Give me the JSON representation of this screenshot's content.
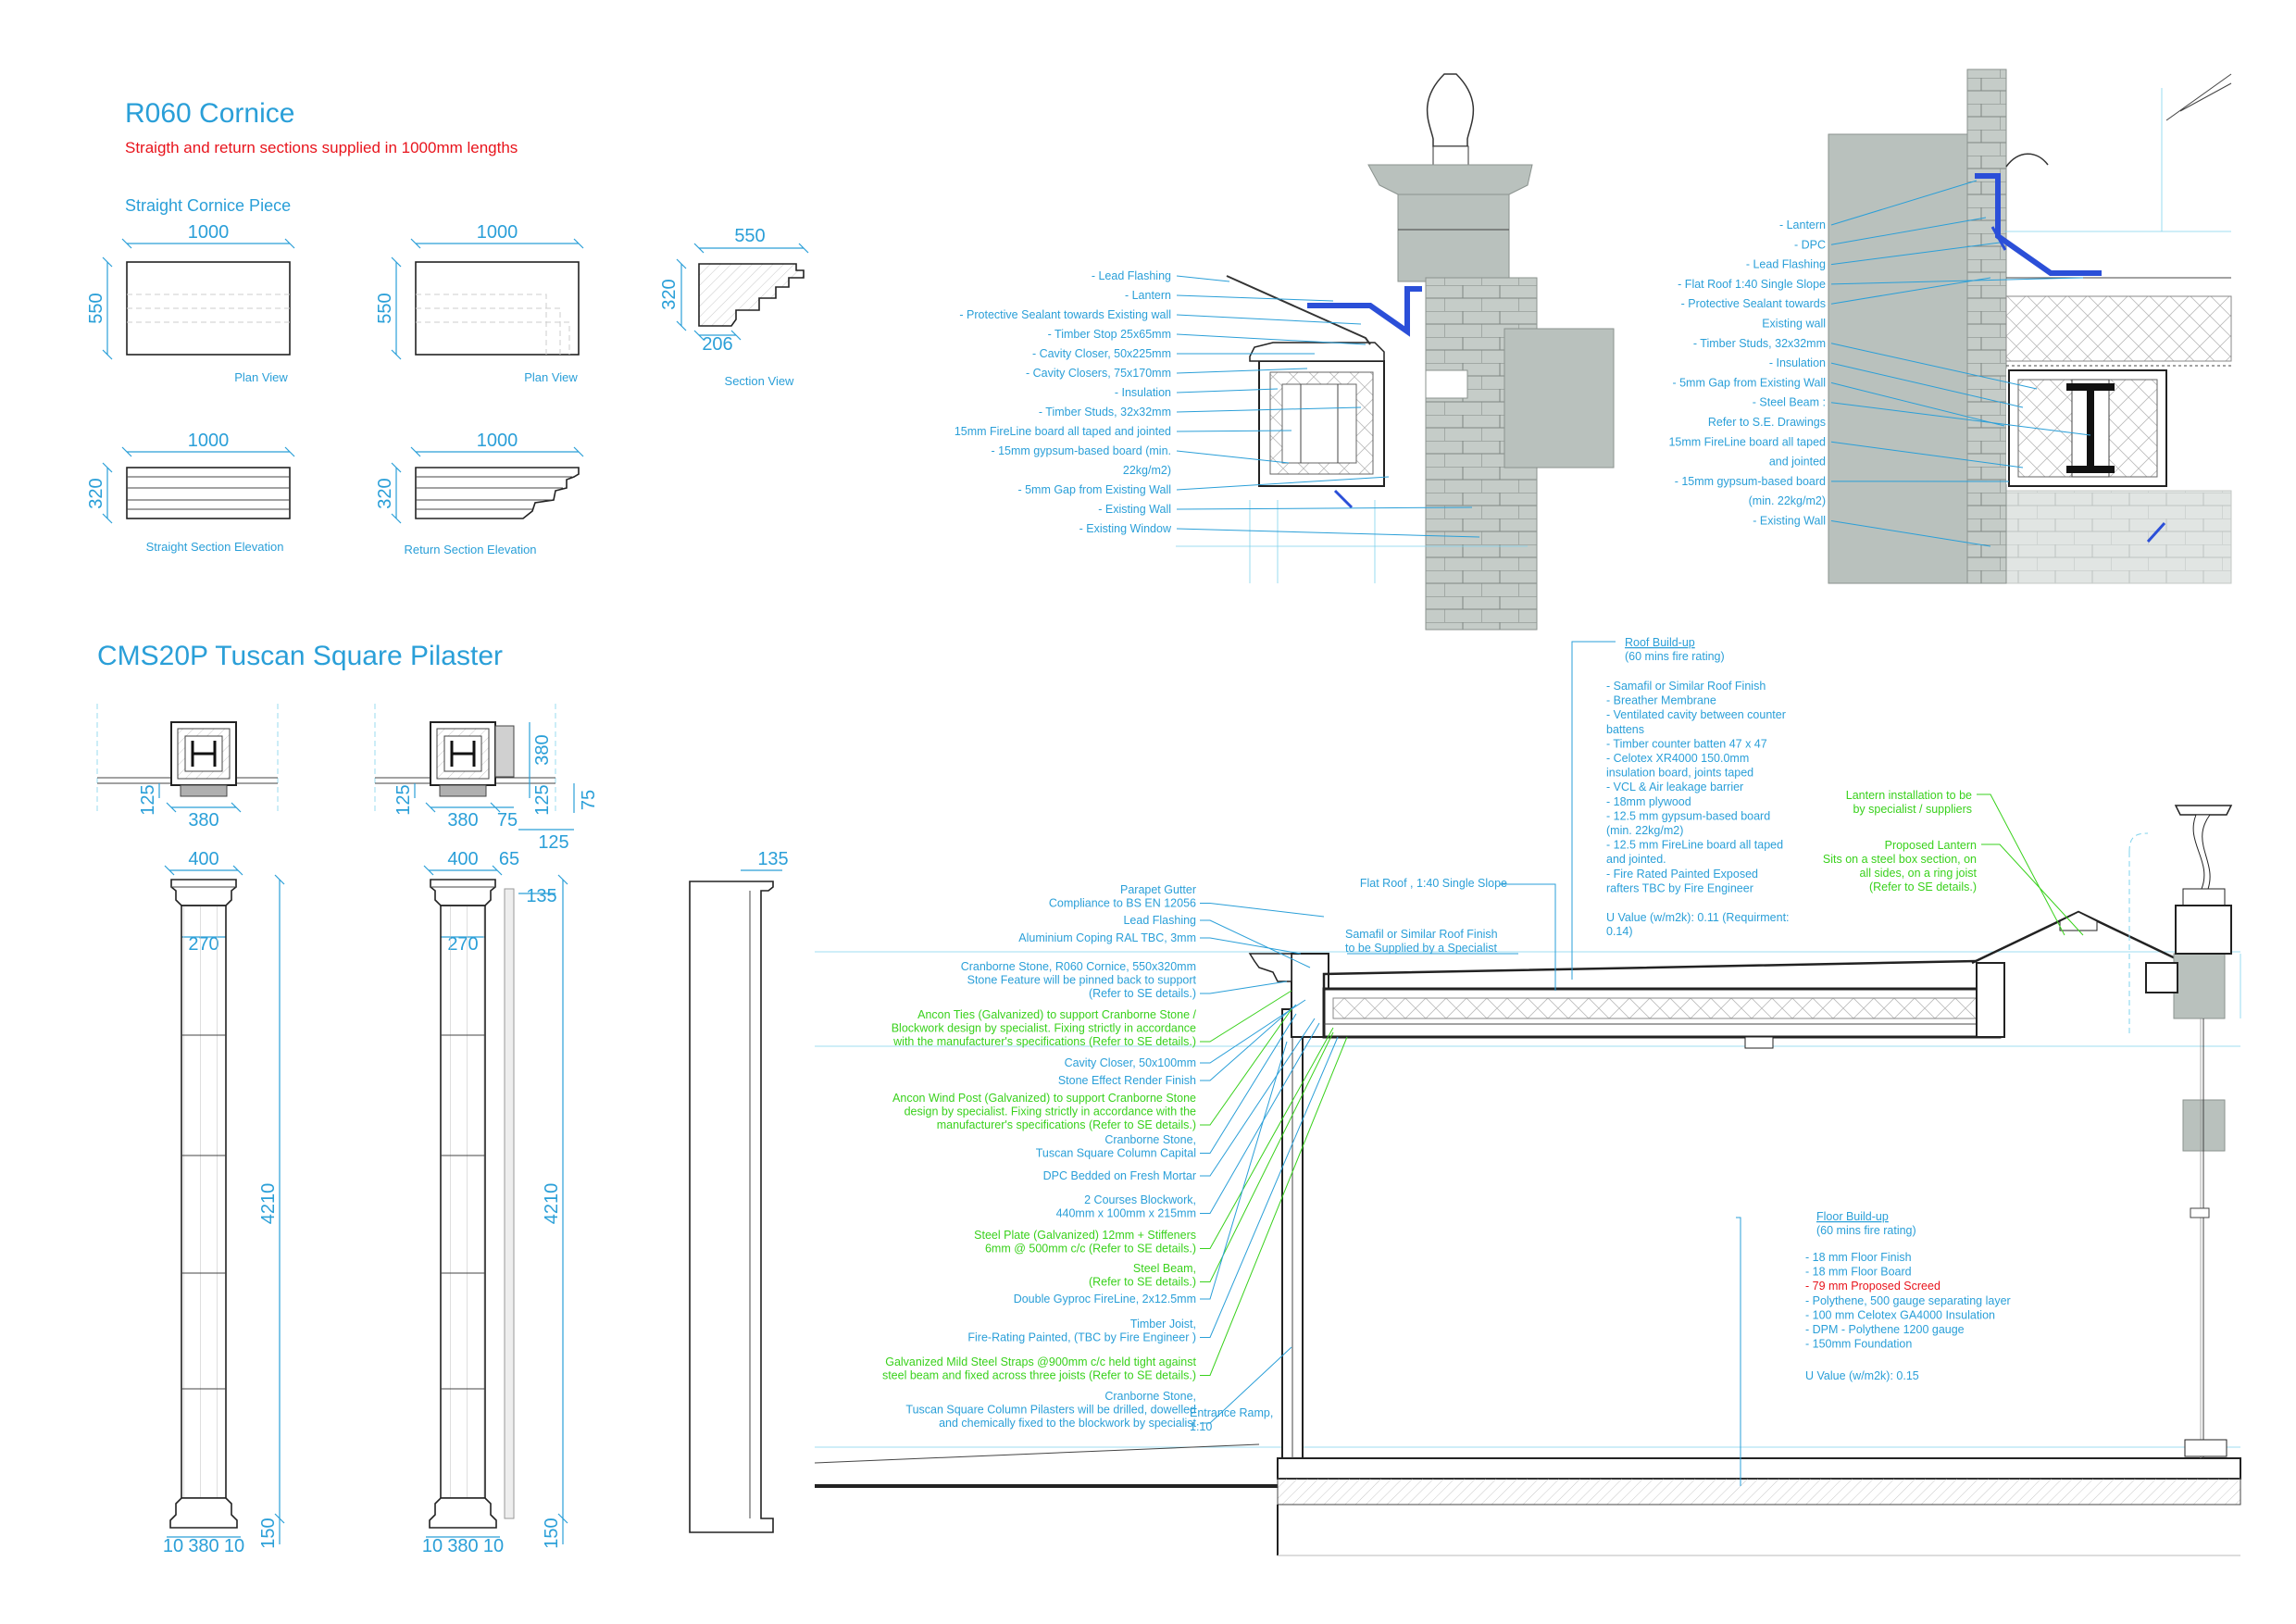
{
  "cornice": {
    "title": "R060 Cornice",
    "subtitle": "Straigth and return sections supplied in 1000mm lengths",
    "straight_piece_label": "Straight Cornice Piece",
    "dims": {
      "d1000": "1000",
      "d550": "550",
      "d320": "320",
      "d206": "206"
    },
    "plan_view": "Plan View",
    "section_view": "Section View",
    "straight_elevation": "Straight Section Elevation",
    "return_elevation": "Return Section Elevation"
  },
  "pilaster": {
    "title": "CMS20P Tuscan Square Pilaster",
    "dims": {
      "d380": "380",
      "d400": "400",
      "d270": "270",
      "d125": "125",
      "d75": "75",
      "d65": "65",
      "d135": "135",
      "d4210": "4210",
      "d10": "10",
      "d150": "150"
    }
  },
  "detail_left": {
    "labels": [
      "- Lead Flashing",
      "- Lantern",
      "- Protective Sealant towards Existing wall",
      "- Timber Stop 25x65mm",
      "- Cavity Closer, 50x225mm",
      "- Cavity Closers, 75x170mm",
      "- Insulation",
      "- Timber Studs, 32x32mm",
      "15mm FireLine board all taped and jointed",
      "- 15mm gypsum-based board (min.",
      "22kg/m2)",
      "- 5mm Gap from Existing Wall",
      "- Existing Wall",
      "- Existing Window"
    ]
  },
  "detail_right": {
    "labels": [
      "- Lantern",
      "- DPC",
      "- Lead Flashing",
      "- Flat Roof 1:40 Single Slope",
      "- Protective Sealant towards",
      "Existing wall",
      "- Timber Studs, 32x32mm",
      "- Insulation",
      "- 5mm Gap from Existing Wall",
      "- Steel Beam :",
      "Refer to S.E. Drawings",
      "15mm FireLine board all taped",
      "and jointed",
      "- 15mm gypsum-based board",
      "(min. 22kg/m2)",
      "- Existing Wall"
    ]
  },
  "section": {
    "roof_buildup": {
      "title": "Roof Build-up",
      "rating": "(60 mins fire rating)",
      "items": [
        "-  Samafil or Similar Roof Finish",
        "-  Breather Membrane",
        "-  Ventilated cavity between counter",
        "    battens",
        "-  Timber counter batten 47 x 47",
        "-  Celotex XR4000 150.0mm",
        "    insulation board, joints taped",
        "-  VCL & Air leakage barrier",
        "-  18mm plywood",
        "-  12.5 mm gypsum-based board",
        "    (min. 22kg/m2)",
        "-  12.5 mm FireLine board all taped",
        "    and jointed.",
        "-  Fire Rated Painted Exposed",
        "    rafters TBC by Fire Engineer"
      ],
      "u_value": "U Value (w/m2k): 0.11 (Requirment:",
      "u_value2": "0.14)"
    },
    "floor_buildup": {
      "title": "Floor Build-up",
      "rating": "(60 mins fire rating)",
      "items": [
        "-  18 mm Floor Finish",
        "-  18 mm Floor Board",
        "-  79 mm Proposed Screed",
        "-  Polythene, 500 gauge separating layer",
        "-  100 mm Celotex GA4000 Insulation",
        "-  DPM - Polythene 1200 gauge",
        "-  150mm Foundation"
      ],
      "highlight_index": 2,
      "u_value": "U Value (w/m2k): 0.15"
    },
    "flat_roof": "Flat Roof , 1:40 Single Slope",
    "samafil": [
      "Samafil or Similar Roof Finish",
      "to be Supplied by a Specialist"
    ],
    "lantern_install": [
      "Lantern installation to be",
      "by specialist / suppliers"
    ],
    "proposed_lantern": [
      "Proposed Lantern",
      "Sits on a steel box section, on",
      "all sides, on a ring  joist",
      "(Refer to SE details.)"
    ],
    "left_labels": [
      {
        "lines": [
          "Parapet Gutter",
          "Compliance to BS EN 12056"
        ],
        "color": "blue"
      },
      {
        "lines": [
          "Lead Flashing"
        ],
        "color": "blue"
      },
      {
        "lines": [
          "Aluminium Coping RAL TBC, 3mm"
        ],
        "color": "blue"
      },
      {
        "lines": [
          "Cranborne Stone, R060 Cornice, 550x320mm",
          "Stone Feature will be pinned back to support",
          "(Refer to SE details.)"
        ],
        "color": "blue"
      },
      {
        "lines": [
          "Ancon Ties (Galvanized) to support Cranborne Stone /",
          "Blockwork design by specialist. Fixing strictly in accordance",
          "with the manufacturer's specifications (Refer to SE details.)"
        ],
        "color": "green"
      },
      {
        "lines": [
          "Cavity Closer, 50x100mm"
        ],
        "color": "blue"
      },
      {
        "lines": [
          "Stone Effect Render Finish"
        ],
        "color": "blue"
      },
      {
        "lines": [
          "Ancon Wind Post (Galvanized) to support Cranborne Stone",
          "design by specialist. Fixing strictly in accordance  with the",
          "manufacturer's specifications (Refer to SE details.)"
        ],
        "color": "green"
      },
      {
        "lines": [
          "Cranborne Stone,",
          "Tuscan Square Column Capital"
        ],
        "color": "blue"
      },
      {
        "lines": [
          "DPC Bedded on Fresh Mortar"
        ],
        "color": "blue"
      },
      {
        "lines": [
          "2 Courses Blockwork,",
          "440mm x 100mm x 215mm"
        ],
        "color": "blue"
      },
      {
        "lines": [
          "Steel Plate (Galvanized) 12mm + Stiffeners",
          "6mm @ 500mm c/c (Refer to SE details.)"
        ],
        "color": "green"
      },
      {
        "lines": [
          "Steel Beam,",
          "(Refer to SE details.)"
        ],
        "color": "green"
      },
      {
        "lines": [
          "Double Gyproc FireLine, 2x12.5mm"
        ],
        "color": "blue"
      },
      {
        "lines": [
          "Timber Joist,",
          "Fire-Rating Painted, (TBC by Fire Engineer )"
        ],
        "color": "blue"
      },
      {
        "lines": [
          "Galvanized Mild Steel Straps @900mm c/c held tight against",
          "steel beam and fixed across three joists (Refer to SE details.)"
        ],
        "color": "green"
      },
      {
        "lines": [
          "Cranborne Stone,",
          "Tuscan Square Column Pilasters will be drilled, dowelled",
          "and chemically fixed to the blockwork by specialist"
        ],
        "color": "blue"
      }
    ],
    "ramp": [
      "Entrance Ramp,",
      "1:10"
    ]
  }
}
